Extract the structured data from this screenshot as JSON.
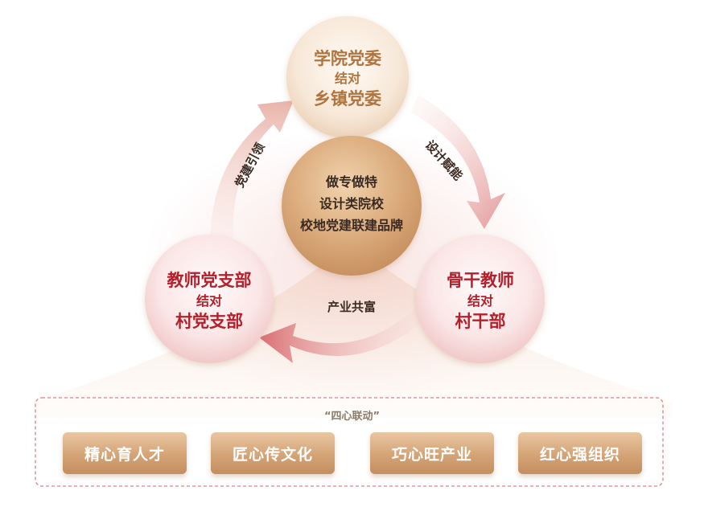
{
  "top_circle": {
    "line1": "学院党委",
    "line2": "结对",
    "line3": "乡镇党委"
  },
  "center_circle": {
    "line1": "做专做特",
    "line2": "设计类院校",
    "line3": "校地党建联建品牌"
  },
  "left_circle": {
    "line1": "教师党支部",
    "line2": "结对",
    "line3": "村党支部"
  },
  "right_circle": {
    "line1": "骨干教师",
    "line2": "结对",
    "line3": "村干部"
  },
  "arrows": {
    "left_label": "党建引领",
    "right_label": "设计赋能",
    "bottom_label": "产业共富"
  },
  "linkage": {
    "title": "“四心联动”",
    "items": [
      "精心育人才",
      "匠心传文化",
      "巧心旺产业",
      "红心强组织"
    ]
  },
  "colors": {
    "gold_text": "#b0753f",
    "red_text": "#b3202c",
    "dark_text": "#3a2a22",
    "button_gold": "#d4a376",
    "dashed_border": "#d9808a"
  }
}
